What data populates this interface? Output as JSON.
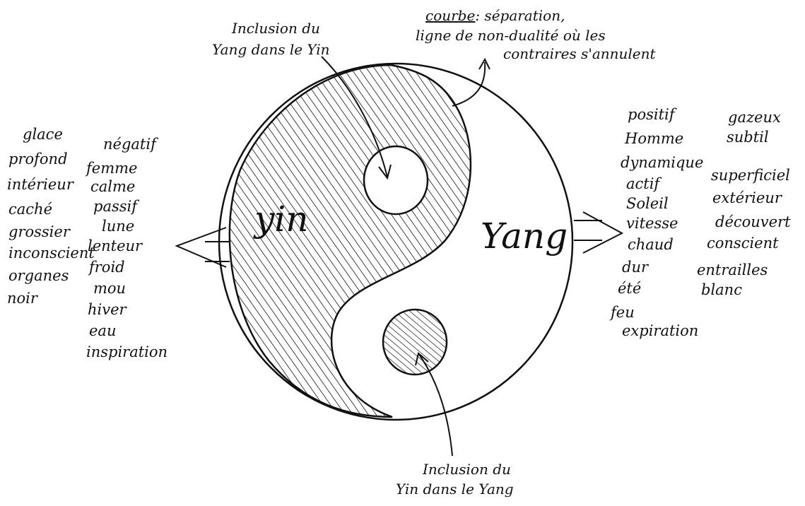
{
  "labels": {
    "yin": "yin",
    "yang": "Yang",
    "inclusion_top_1": "Inclusion du",
    "inclusion_top_2": "Yang dans le Yin",
    "courbe_word": "courbe",
    "courbe_rest": ": séparation,",
    "courbe_2": "ligne de non-dualité où les",
    "courbe_3": "contraires s'annulent",
    "inclusion_bottom_1": "Inclusion du",
    "inclusion_bottom_2": "Yin dans le Yang"
  },
  "yin_col1": [
    "glace",
    "profond",
    "intérieur",
    "caché",
    "grossier",
    "inconscient",
    "organes",
    "noir"
  ],
  "yin_col2": [
    "négatif",
    "femme",
    "calme",
    "passif",
    "lune",
    "lenteur",
    "froid",
    "mou",
    "hiver",
    "eau",
    "inspiration"
  ],
  "yang_col1": [
    "positif",
    "Homme",
    "dynamique",
    "actif",
    "Soleil",
    "vitesse",
    "chaud",
    "dur",
    "été",
    "feu",
    "expiration"
  ],
  "yang_col2": [
    "gazeux",
    "subtil",
    "superficiel",
    "extérieur",
    "découvert",
    "conscient",
    "entrailles",
    "blanc"
  ],
  "colors": {
    "ink": "#111111",
    "paper": "#ffffff"
  }
}
